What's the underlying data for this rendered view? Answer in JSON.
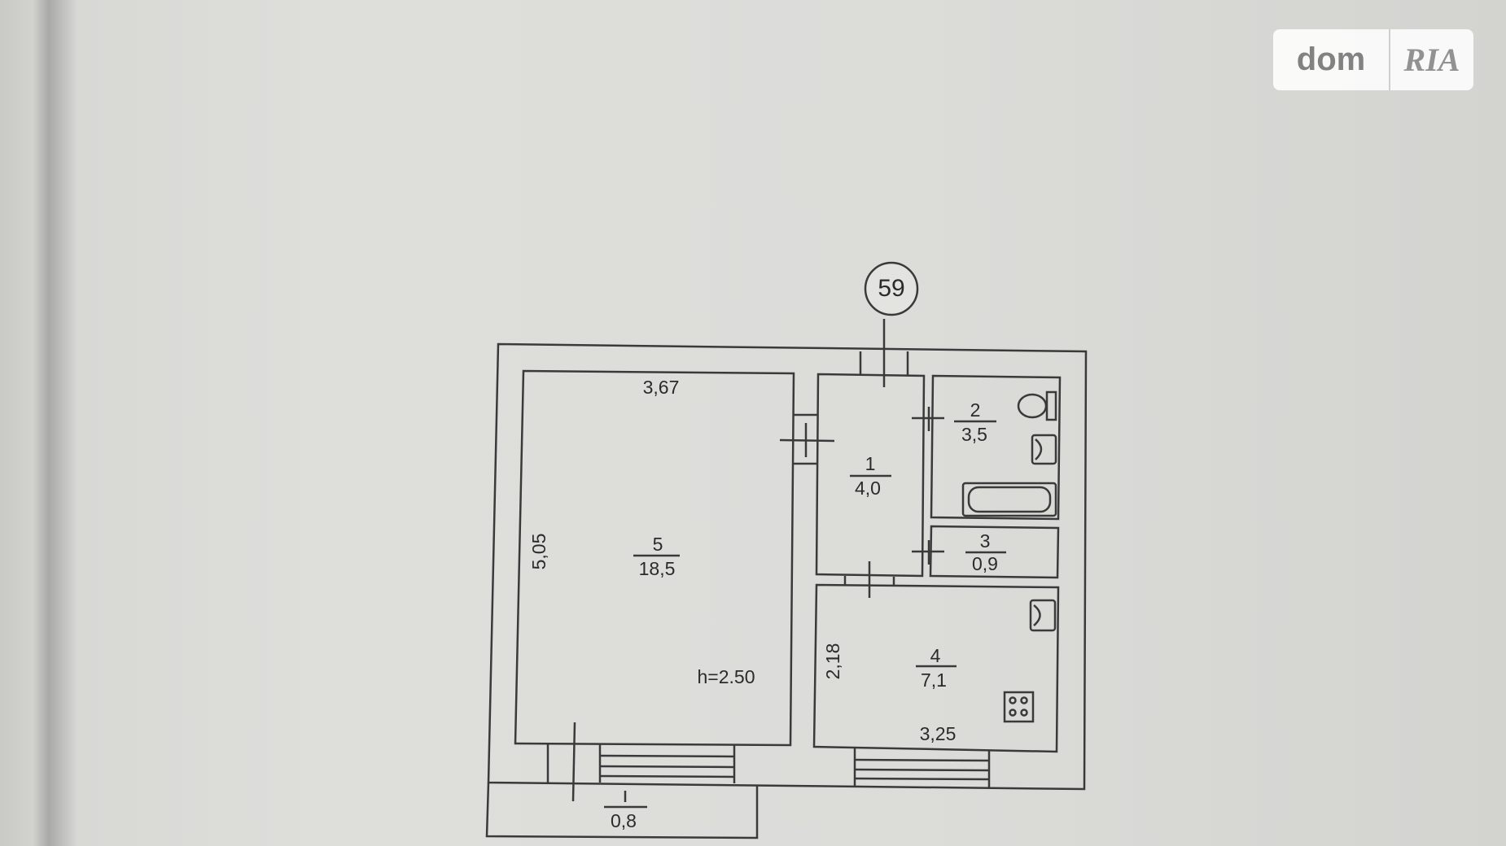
{
  "watermark": {
    "brand_left": "dom",
    "brand_right": "RIA"
  },
  "plan": {
    "apartment_number": "59",
    "ceiling_height": "h=2.50",
    "rooms": [
      {
        "number": "1",
        "area": "4,0"
      },
      {
        "number": "2",
        "area": "3,5"
      },
      {
        "number": "3",
        "area": "0,9"
      },
      {
        "number": "4",
        "area": "7,1"
      },
      {
        "number": "5",
        "area": "18,5"
      },
      {
        "number": "I",
        "area": "0,8"
      }
    ],
    "dimensions": {
      "room5_width": "3,67",
      "room5_length": "5,05",
      "room4_width": "3,25",
      "room4_length": "2,18"
    }
  }
}
